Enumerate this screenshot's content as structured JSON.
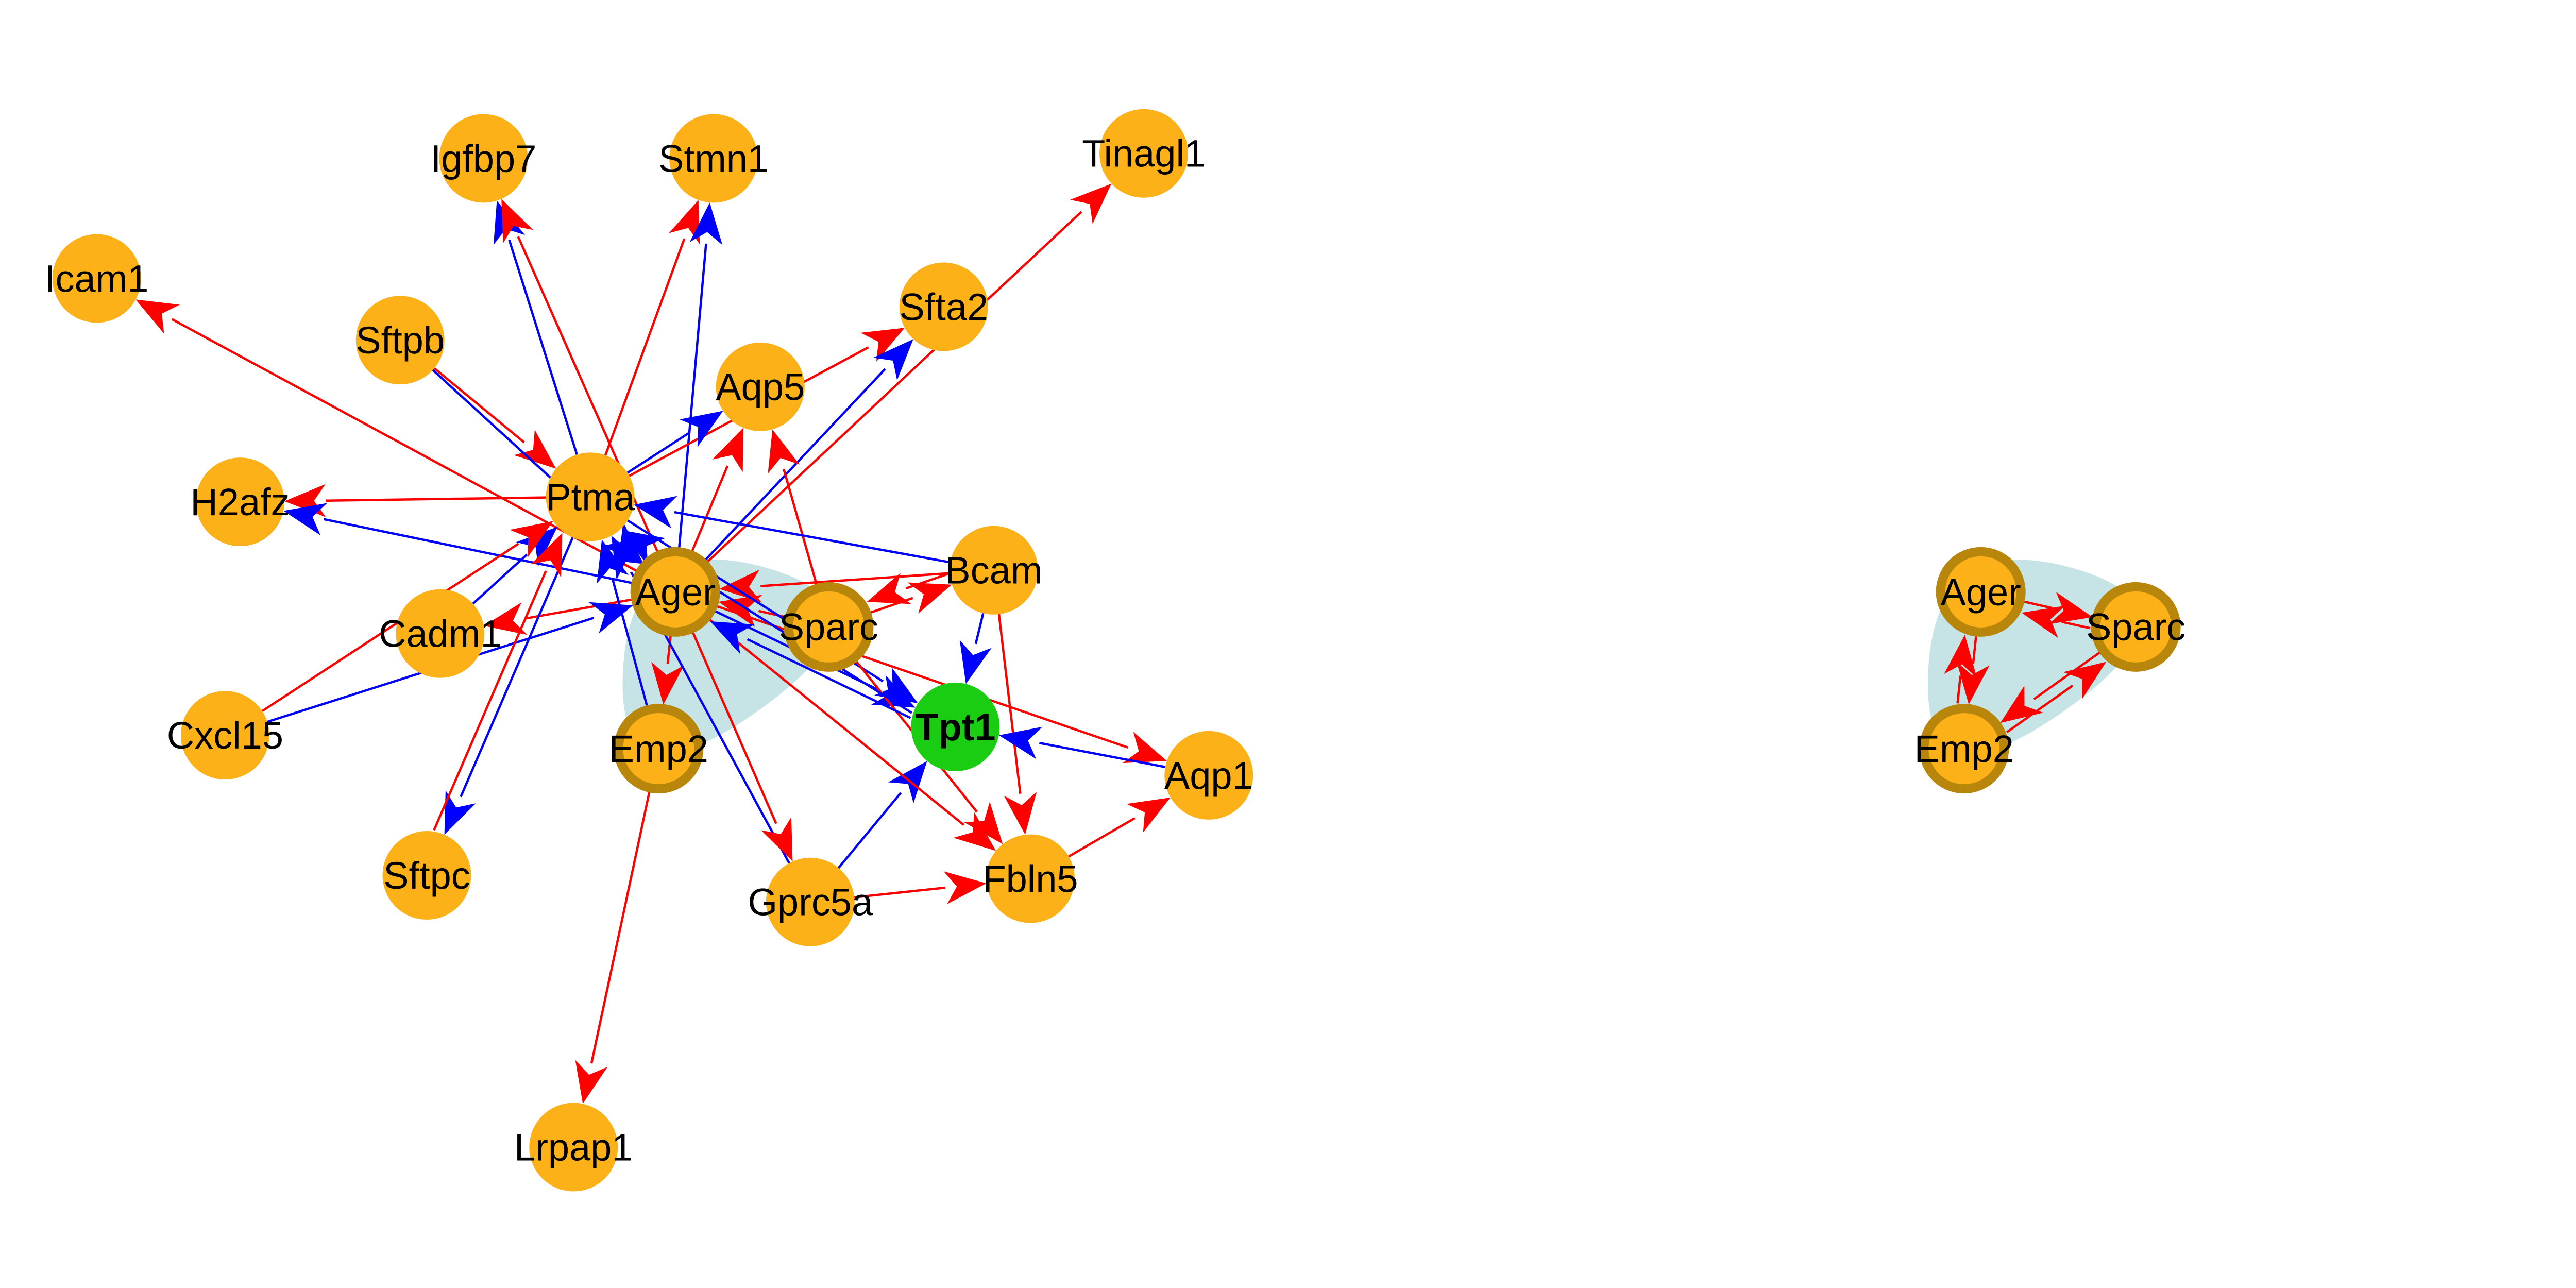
{
  "colors": {
    "node_fill": "#FBB117",
    "node_ring": "#B8860B",
    "focus_node_fill": "#1ACC12",
    "edge_red": "#FF0000",
    "edge_blue": "#0000FF",
    "cluster_fill": "#C6E3E6"
  },
  "networks": [
    {
      "id": "main",
      "clusters": [
        {
          "id": "core",
          "members": [
            "Ager",
            "Sparc",
            "Emp2"
          ]
        }
      ],
      "nodes": [
        {
          "id": "Igfbp7",
          "label": "Igfbp7"
        },
        {
          "id": "Stmn1",
          "label": "Stmn1"
        },
        {
          "id": "Tinagl1",
          "label": "Tinagl1"
        },
        {
          "id": "Icam1",
          "label": "Icam1"
        },
        {
          "id": "Sftpb",
          "label": "Sftpb"
        },
        {
          "id": "Sfta2",
          "label": "Sfta2"
        },
        {
          "id": "Aqp5",
          "label": "Aqp5"
        },
        {
          "id": "H2afz",
          "label": "H2afz"
        },
        {
          "id": "Ptma",
          "label": "Ptma"
        },
        {
          "id": "Bcam",
          "label": "Bcam"
        },
        {
          "id": "Ager",
          "label": "Ager",
          "ring": true
        },
        {
          "id": "Sparc",
          "label": "Sparc",
          "ring": true
        },
        {
          "id": "Cadm1",
          "label": "Cadm1"
        },
        {
          "id": "Tpt1",
          "label": "Tpt1",
          "focus": true
        },
        {
          "id": "Cxcl15",
          "label": "Cxcl15"
        },
        {
          "id": "Emp2",
          "label": "Emp2",
          "ring": true
        },
        {
          "id": "Aqp1",
          "label": "Aqp1"
        },
        {
          "id": "Sftpc",
          "label": "Sftpc"
        },
        {
          "id": "Gprc5a",
          "label": "Gprc5a"
        },
        {
          "id": "Fbln5",
          "label": "Fbln5"
        },
        {
          "id": "Lrpap1",
          "label": "Lrpap1"
        }
      ],
      "edges": [
        {
          "from": "Ptma",
          "to": "Igfbp7",
          "color": "blue"
        },
        {
          "from": "Ager",
          "to": "Igfbp7",
          "color": "red"
        },
        {
          "from": "Ptma",
          "to": "Stmn1",
          "color": "red"
        },
        {
          "from": "Ager",
          "to": "Stmn1",
          "color": "blue"
        },
        {
          "from": "Ager",
          "to": "Tinagl1",
          "color": "red"
        },
        {
          "from": "Ager",
          "to": "Icam1",
          "color": "red"
        },
        {
          "from": "Sftpb",
          "to": "Ptma",
          "color": "red"
        },
        {
          "from": "Sftpb",
          "to": "Ager",
          "color": "blue"
        },
        {
          "from": "Ptma",
          "to": "Sfta2",
          "color": "red"
        },
        {
          "from": "Ager",
          "to": "Sfta2",
          "color": "blue"
        },
        {
          "from": "Ptma",
          "to": "Aqp5",
          "color": "blue"
        },
        {
          "from": "Ager",
          "to": "Aqp5",
          "color": "red"
        },
        {
          "from": "Sparc",
          "to": "Aqp5",
          "color": "red"
        },
        {
          "from": "Ptma",
          "to": "H2afz",
          "color": "red"
        },
        {
          "from": "Ager",
          "to": "H2afz",
          "color": "blue"
        },
        {
          "from": "Bcam",
          "to": "Ptma",
          "color": "blue"
        },
        {
          "from": "Bcam",
          "to": "Ager",
          "color": "red"
        },
        {
          "from": "Sparc",
          "to": "Bcam",
          "color": "red"
        },
        {
          "from": "Bcam",
          "to": "Sparc",
          "color": "red"
        },
        {
          "from": "Bcam",
          "to": "Tpt1",
          "color": "blue"
        },
        {
          "from": "Bcam",
          "to": "Fbln5",
          "color": "red"
        },
        {
          "from": "Sparc",
          "to": "Ager",
          "color": "red"
        },
        {
          "from": "Ager",
          "to": "Cadm1",
          "color": "red"
        },
        {
          "from": "Cadm1",
          "to": "Ptma",
          "color": "blue"
        },
        {
          "from": "Cxcl15",
          "to": "Ptma",
          "color": "red"
        },
        {
          "from": "Cxcl15",
          "to": "Ager",
          "color": "blue"
        },
        {
          "from": "Ager",
          "to": "Emp2",
          "color": "red"
        },
        {
          "from": "Emp2",
          "to": "Ptma",
          "color": "blue"
        },
        {
          "from": "Ptma",
          "to": "Sftpc",
          "color": "blue"
        },
        {
          "from": "Sftpc",
          "to": "Ptma",
          "color": "red"
        },
        {
          "from": "Gprc5a",
          "to": "Ptma",
          "color": "blue"
        },
        {
          "from": "Ager",
          "to": "Gprc5a",
          "color": "red"
        },
        {
          "from": "Gprc5a",
          "to": "Tpt1",
          "color": "blue"
        },
        {
          "from": "Gprc5a",
          "to": "Fbln5",
          "color": "red"
        },
        {
          "from": "Emp2",
          "to": "Lrpap1",
          "color": "red"
        },
        {
          "from": "Ptma",
          "to": "Tpt1",
          "color": "blue"
        },
        {
          "from": "Ager",
          "to": "Tpt1",
          "color": "blue"
        },
        {
          "from": "Ager",
          "to": "Fbln5",
          "color": "red"
        },
        {
          "from": "Sparc",
          "to": "Fbln5",
          "color": "red"
        },
        {
          "from": "Ager",
          "to": "Aqp1",
          "color": "red"
        },
        {
          "from": "Aqp1",
          "to": "Tpt1",
          "color": "blue"
        },
        {
          "from": "Fbln5",
          "to": "Aqp1",
          "color": "red"
        },
        {
          "from": "Tpt1",
          "to": "Ptma",
          "color": "blue"
        },
        {
          "from": "Tpt1",
          "to": "Ager",
          "color": "blue"
        }
      ]
    },
    {
      "id": "module",
      "clusters": [
        {
          "id": "module-core",
          "members": [
            "Ager",
            "Sparc",
            "Emp2"
          ]
        }
      ],
      "nodes": [
        {
          "id": "Ager",
          "label": "Ager",
          "ring": true
        },
        {
          "id": "Sparc",
          "label": "Sparc",
          "ring": true
        },
        {
          "id": "Emp2",
          "label": "Emp2",
          "ring": true
        }
      ],
      "edges": [
        {
          "from": "Ager",
          "to": "Sparc",
          "color": "red"
        },
        {
          "from": "Sparc",
          "to": "Ager",
          "color": "red"
        },
        {
          "from": "Ager",
          "to": "Emp2",
          "color": "red"
        },
        {
          "from": "Emp2",
          "to": "Ager",
          "color": "red"
        },
        {
          "from": "Sparc",
          "to": "Emp2",
          "color": "red"
        },
        {
          "from": "Emp2",
          "to": "Sparc",
          "color": "red"
        }
      ]
    }
  ]
}
